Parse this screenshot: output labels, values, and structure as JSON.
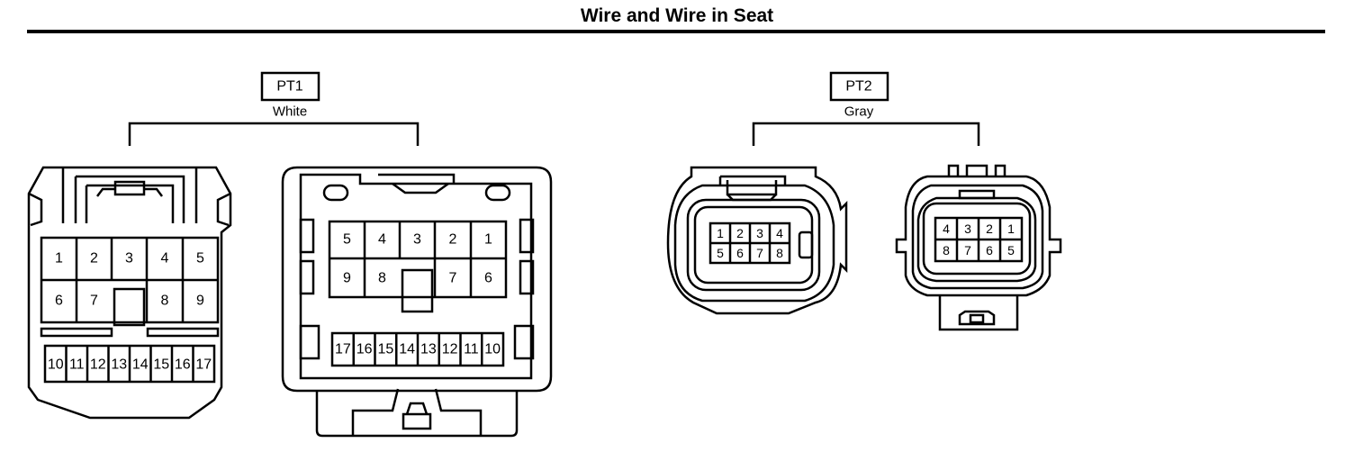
{
  "title": "Wire and Wire in Seat",
  "connectors": [
    {
      "id": "PT1",
      "color": "White",
      "left_pins_row1": [
        "1",
        "2",
        "3",
        "4",
        "5"
      ],
      "left_pins_row2": [
        "6",
        "7",
        "8",
        "9"
      ],
      "left_pins_row3": [
        "10",
        "11",
        "12",
        "13",
        "14",
        "15",
        "16",
        "17"
      ],
      "right_pins_row1": [
        "5",
        "4",
        "3",
        "2",
        "1"
      ],
      "right_pins_row2": [
        "9",
        "8",
        "7",
        "6"
      ],
      "right_pins_row3": [
        "17",
        "16",
        "15",
        "14",
        "13",
        "12",
        "11",
        "10"
      ]
    },
    {
      "id": "PT2",
      "color": "Gray",
      "left_pins_row1": [
        "1",
        "2",
        "3",
        "4"
      ],
      "left_pins_row2": [
        "5",
        "6",
        "7",
        "8"
      ],
      "right_pins_row1": [
        "4",
        "3",
        "2",
        "1"
      ],
      "right_pins_row2": [
        "8",
        "7",
        "6",
        "5"
      ]
    }
  ]
}
